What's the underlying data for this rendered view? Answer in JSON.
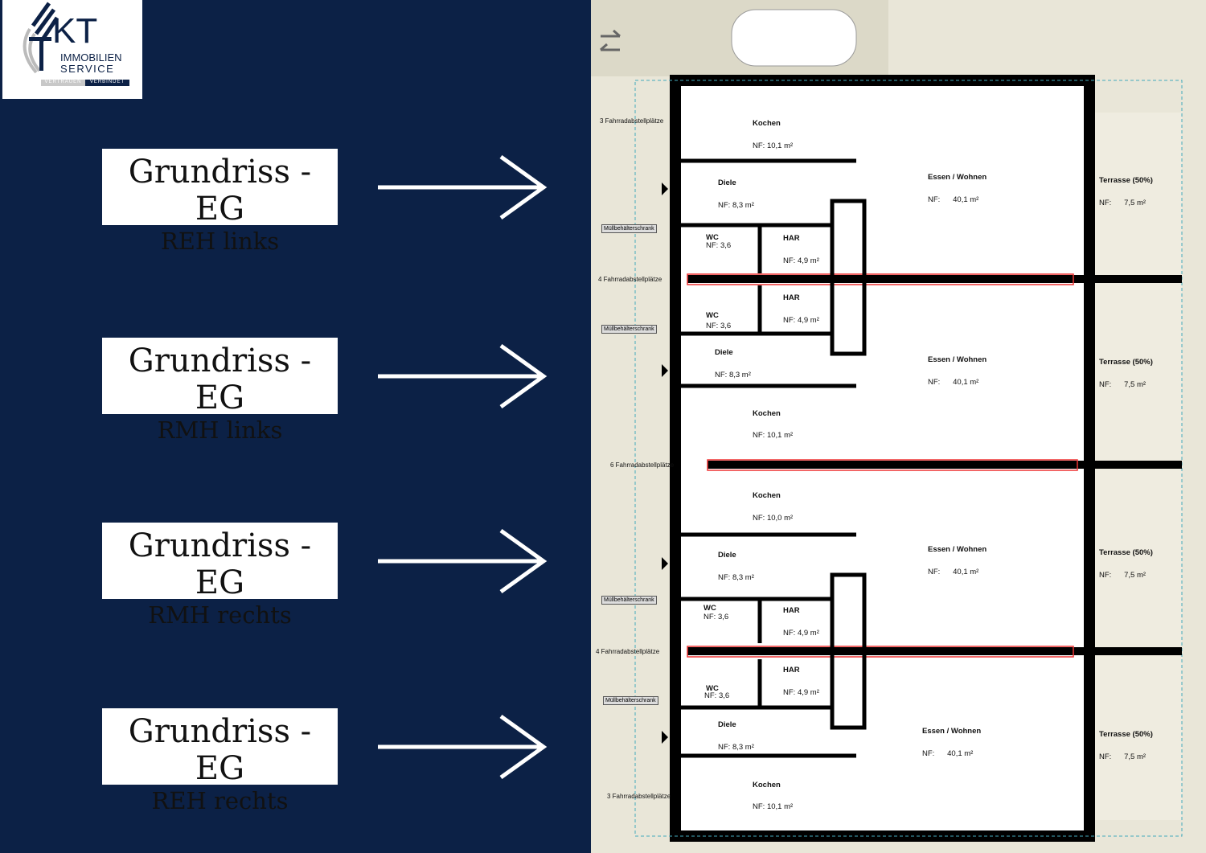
{
  "logo": {
    "letters": "KT",
    "line1": "IMMOBILIEN",
    "line2": "SERVICE",
    "tagline_left": "VERTRAUEN",
    "tagline_right": "VERBINDET"
  },
  "labels": [
    {
      "title": "Grundriss - EG",
      "subtitle": "REH links"
    },
    {
      "title": "Grundriss - EG",
      "subtitle": "RMH links"
    },
    {
      "title": "Grundriss - EG",
      "subtitle": "RMH rechts"
    },
    {
      "title": "Grundriss - EG",
      "subtitle": "REH rechts"
    }
  ],
  "plan": {
    "bikes": [
      "3 Fahrradabstellplätze",
      "4 Fahrradabstellplätze",
      "6 Fahrradabstellplätze",
      "4 Fahrradabstellplätze",
      "3 Fahrradabstellplätze"
    ],
    "bins": "Müllbehälterschrank",
    "units": [
      {
        "kochen": "Kochen",
        "kochen_nf": "NF: 10,1 m²",
        "diele": "Diele",
        "diele_nf": "NF: 8,3 m²",
        "wc": "WC",
        "wc_nf": "NF: 3,6",
        "har": "HAR",
        "har_nf": "NF: 4,9 m²",
        "essen": "Essen / Wohnen",
        "essen_nf": "NF:      40,1 m²",
        "terrasse": "Terrasse (50%)",
        "terrasse_nf": "NF:      7,5 m²"
      },
      {
        "kochen": "Kochen",
        "kochen_nf": "NF: 10,1 m²",
        "diele": "Diele",
        "diele_nf": "NF: 8,3 m²",
        "wc": "WC",
        "wc_nf": "NF: 3,6",
        "har": "HAR",
        "har_nf": "NF: 4,9 m²",
        "essen": "Essen / Wohnen",
        "essen_nf": "NF:      40,1 m²",
        "terrasse": "Terrasse (50%)",
        "terrasse_nf": "NF:      7,5 m²"
      },
      {
        "kochen": "Kochen",
        "kochen_nf": "NF: 10,0 m²",
        "diele": "Diele",
        "diele_nf": "NF: 8,3 m²",
        "wc": "WC",
        "wc_nf": "NF: 3,6",
        "har": "HAR",
        "har_nf": "NF: 4,9 m²",
        "essen": "Essen / Wohnen",
        "essen_nf": "NF:      40,1 m²",
        "terrasse": "Terrasse (50%)",
        "terrasse_nf": "NF:      7,5 m²"
      },
      {
        "kochen": "Kochen",
        "kochen_nf": "NF: 10,1 m²",
        "diele": "Diele",
        "diele_nf": "NF: 8,3 m²",
        "wc": "WC",
        "wc_nf": "NF: 3,6",
        "har": "HAR",
        "har_nf": "NF: 4,9 m²",
        "essen": "Essen / Wohnen",
        "essen_nf": "NF:      40,1 m²",
        "terrasse": "Terrasse (50%)",
        "terrasse_nf": "NF:      7,5 m²"
      }
    ]
  }
}
